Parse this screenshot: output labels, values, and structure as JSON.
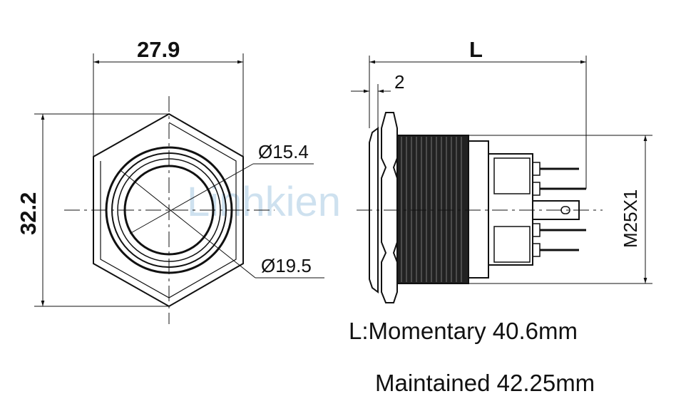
{
  "front_view": {
    "width_dim": "27.9",
    "height_dim": "32.2",
    "inner_diameter": "Ø15.4",
    "outer_diameter": "Ø19.5"
  },
  "side_view": {
    "length_dim": "L",
    "bezel_dim": "2",
    "thread_dim": "M25X1"
  },
  "notes": {
    "momentary": "L:Momentary 40.6mm",
    "maintained": "Maintained 42.25mm"
  },
  "watermark": "Linhkien",
  "colors": {
    "line": "#111111",
    "watermark": "#9fc4e0"
  }
}
